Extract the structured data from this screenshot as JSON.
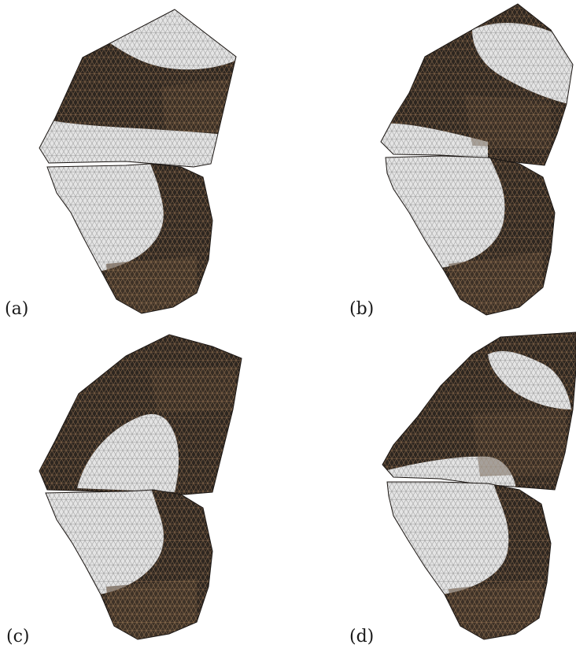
{
  "panels": [
    {
      "id": "a",
      "label": "(a)"
    },
    {
      "id": "b",
      "label": "(b)"
    },
    {
      "id": "c",
      "label": "(c)"
    },
    {
      "id": "d",
      "label": "(d)"
    }
  ],
  "colors": {
    "dark_region": "#2d2620",
    "dark_region_warm": "#4a3a2c",
    "light_region": "#e4e4e4",
    "mesh_line_on_dark": "#8a6a4c",
    "mesh_line_on_light": "#9a9a9a",
    "background": "#ffffff"
  }
}
